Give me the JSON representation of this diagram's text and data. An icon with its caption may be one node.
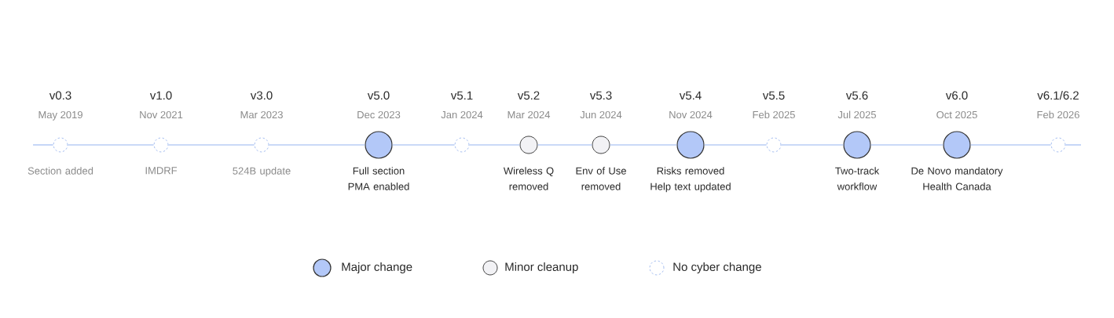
{
  "diagram": {
    "nodes": [
      {
        "text": [],
        "shape": "ring",
        "beside": [
          "v0.3",
          "May 2019",
          "Section added"
        ]
      },
      {
        "text": [],
        "shape": "ring",
        "beside": [
          "v1.0",
          "Nov 2021",
          "IMDRF"
        ]
      },
      {
        "text": [],
        "shape": "ring",
        "beside": [
          "v3.0",
          "Mar 2023",
          "524B update"
        ]
      },
      {
        "text": [],
        "shape": "circle",
        "beside": [
          "v5.0",
          "Dec 2023",
          "Full section PMA enabled"
        ]
      },
      {
        "text": [],
        "shape": "ring",
        "beside": [
          "v5.1",
          "Jan 2024"
        ]
      },
      {
        "text": [],
        "shape": "dot",
        "beside": [
          "v5.2",
          "Mar 2024",
          "Wireless Q removed"
        ]
      },
      {
        "text": [],
        "shape": "dot",
        "beside": [
          "v5.3",
          "Jun 2024",
          "Env of Use removed"
        ]
      },
      {
        "text": [],
        "shape": "circle",
        "beside": [
          "v5.4",
          "Nov 2024",
          "Risks removed Help text updated"
        ]
      },
      {
        "text": [],
        "shape": "ring",
        "beside": [
          "v5.5",
          "Feb 2025"
        ]
      },
      {
        "text": [],
        "shape": "circle",
        "beside": [
          "v5.6",
          "Jul 2025",
          "Two-track workflow"
        ]
      },
      {
        "text": [],
        "shape": "circle",
        "beside": [
          "v6.0",
          "Oct 2025",
          "De Novo mandatory Health Canada"
        ]
      },
      {
        "text": [],
        "shape": "ring",
        "beside": [
          "v6.1/6.2",
          "Feb 2026"
        ]
      }
    ],
    "edges": [
      {
        "from": null,
        "to": 0,
        "arrow": "none"
      },
      {
        "from": 0,
        "to": 1,
        "arrow": "none"
      },
      {
        "from": 1,
        "to": 2,
        "arrow": "none"
      },
      {
        "from": 2,
        "to": 3,
        "arrow": "none"
      },
      {
        "from": 3,
        "to": 4,
        "arrow": "none"
      },
      {
        "from": 4,
        "to": 5,
        "arrow": "none"
      },
      {
        "from": 5,
        "to": 6,
        "arrow": "none"
      },
      {
        "from": 6,
        "to": 7,
        "arrow": "none"
      },
      {
        "from": 7,
        "to": 8,
        "arrow": "none"
      },
      {
        "from": 8,
        "to": 9,
        "arrow": "none"
      },
      {
        "from": 9,
        "to": 10,
        "arrow": "none"
      },
      {
        "from": 10,
        "to": 11,
        "arrow": "none"
      },
      {
        "from": 11,
        "to": null,
        "arrow": "none"
      }
    ],
    "legend": [
      {
        "text": "Major change"
      },
      {
        "text": "Minor cleanup"
      },
      {
        "text": "No cyber change"
      }
    ]
  }
}
